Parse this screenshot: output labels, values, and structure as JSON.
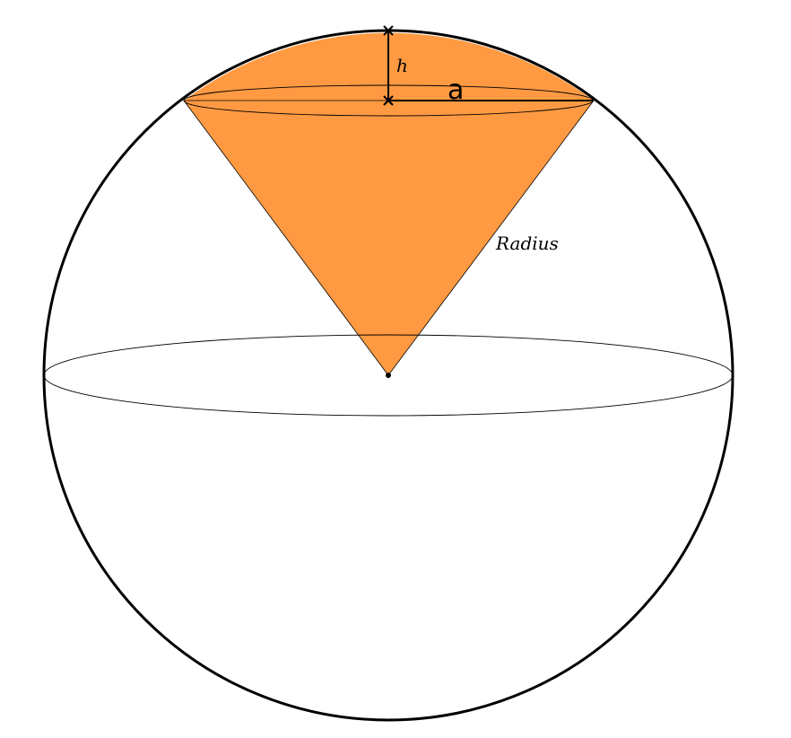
{
  "labels": {
    "height": "h",
    "base_radius": "a",
    "radius": "Radius"
  },
  "colors": {
    "sector_fill": "#FF9A42",
    "stroke": "#000000",
    "background": "#FFFFFF"
  }
}
